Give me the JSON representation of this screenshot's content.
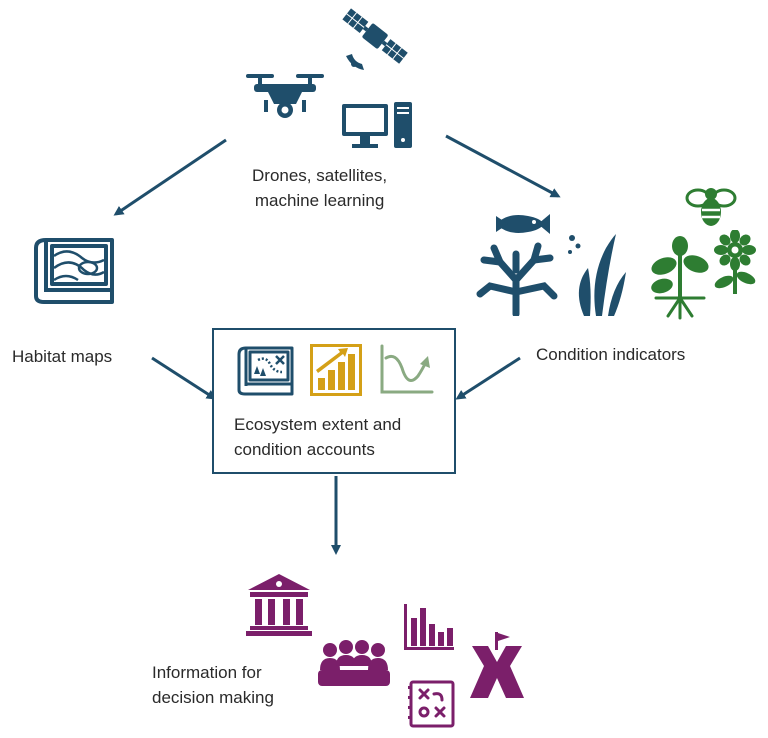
{
  "colors": {
    "navy": "#1f4e6b",
    "green": "#2e7d32",
    "gold": "#d4a017",
    "sage": "#8aaa82",
    "purple": "#7b1f6a",
    "text": "#2a2a2a"
  },
  "nodes": {
    "sources": {
      "line1": "Drones, satellites,",
      "line2": "machine learning",
      "icons": [
        "satellite-icon",
        "drone-icon",
        "computer-icon"
      ]
    },
    "habitat_maps": {
      "label": "Habitat maps",
      "icons": [
        "map-scroll-icon"
      ]
    },
    "condition_indicators": {
      "label": "Condition indicators",
      "icons": [
        "fish-icon",
        "coral-icon",
        "seaweed-icon",
        "bee-icon",
        "plant-icon",
        "flower-icon"
      ]
    },
    "accounts": {
      "line1": "Ecosystem extent and",
      "line2": "condition accounts",
      "icons": [
        "map-icon",
        "bar-chart-icon",
        "trend-line-icon"
      ]
    },
    "decision": {
      "line1": "Information for",
      "line2": "decision making",
      "icons": [
        "government-building-icon",
        "meeting-icon",
        "column-chart-icon",
        "strategy-board-icon",
        "crossroads-icon"
      ]
    }
  }
}
